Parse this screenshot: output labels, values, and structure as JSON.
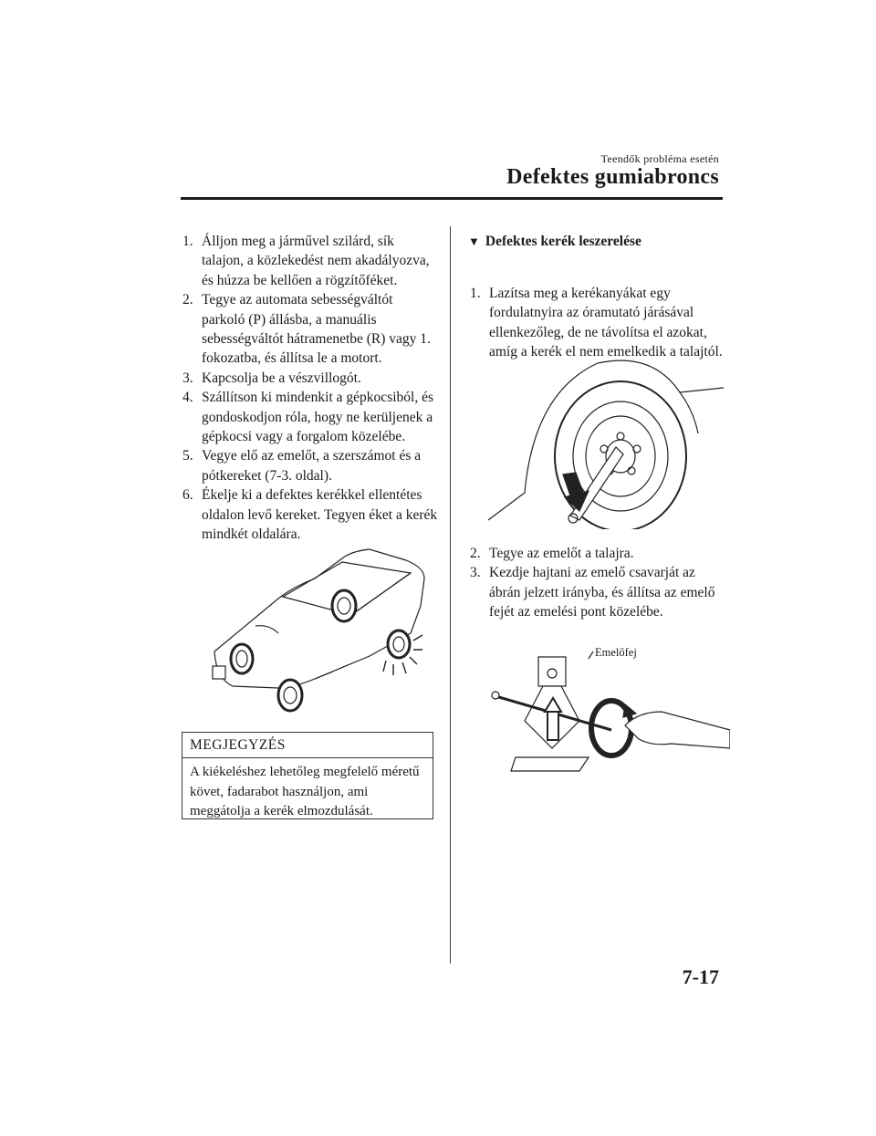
{
  "header": {
    "section": "Teendők probléma esetén",
    "title": "Defektes gumiabroncs"
  },
  "left_steps": [
    {
      "num": "1.",
      "text": "Álljon meg a járművel szilárd, sík talajon, a közlekedést nem akadályozva, és húzza be kellően a rögzítőféket."
    },
    {
      "num": "2.",
      "text": "Tegye az automata sebességváltót parkoló (P) állásba, a manuális sebességváltót hátramenetbe (R) vagy 1. fokozatba, és állítsa le a motort."
    },
    {
      "num": "3.",
      "text": "Kapcsolja be a vészvillogót."
    },
    {
      "num": "4.",
      "text": "Szállítson ki mindenkit a gépkocsiból, és gondoskodjon róla, hogy ne kerüljenek a gépkocsi vagy a forgalom közelébe."
    },
    {
      "num": "5.",
      "text": "Vegye elő az emelőt, a szerszámot és a pótkereket (7-3. oldal)."
    },
    {
      "num": "6.",
      "text": "Ékelje ki a defektes kerékkel ellentétes oldalon levő kereket. Tegyen éket a kerék mindkét oldalára."
    }
  ],
  "note": {
    "heading": "MEGJEGYZÉS",
    "text": "A kiékeléshez lehetőleg megfelelő méretű követ, fadarabot használjon, ami meggátolja a kerék elmozdulását."
  },
  "right_section": {
    "marker": "▼",
    "heading": "Defektes kerék leszerelése",
    "steps_a": [
      {
        "num": "1.",
        "text": "Lazítsa meg a kerékanyákat egy fordulatnyira az óramutató járásával ellenkezőleg, de ne távolítsa el azokat, amíg a kerék el nem emelkedik a talajtól."
      }
    ],
    "steps_b": [
      {
        "num": "2.",
        "text": "Tegye az emelőt a talajra."
      },
      {
        "num": "3.",
        "text": "Kezdje hajtani az emelő csavarját az ábrán jelzett irányba, és állítsa az emelő fejét az emelési pont közelébe."
      }
    ],
    "jack_label": "Emelőfej"
  },
  "page_number": "7-17"
}
